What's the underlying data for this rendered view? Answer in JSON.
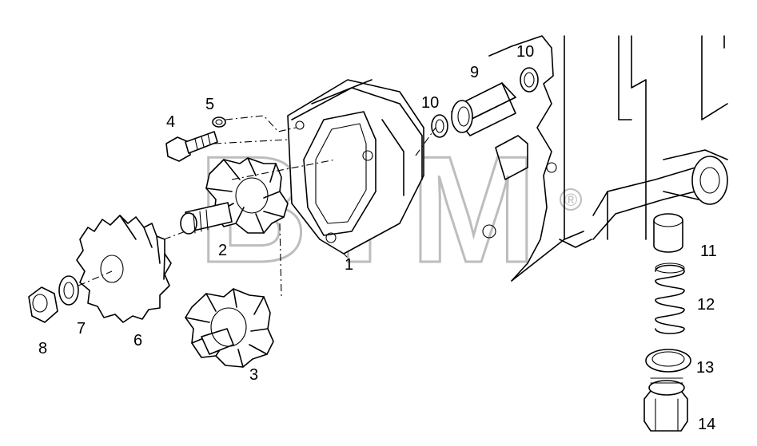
{
  "watermark": {
    "text": "BTM",
    "registered": "®",
    "color": "#bdbdbd"
  },
  "labels": {
    "p1": "1",
    "p2": "2",
    "p3": "3",
    "p4": "4",
    "p5": "5",
    "p6": "6",
    "p7": "7",
    "p8": "8",
    "p9": "9",
    "p10a": "10",
    "p10b": "10",
    "p11": "11",
    "p12": "12",
    "p13": "13",
    "p14": "14"
  }
}
